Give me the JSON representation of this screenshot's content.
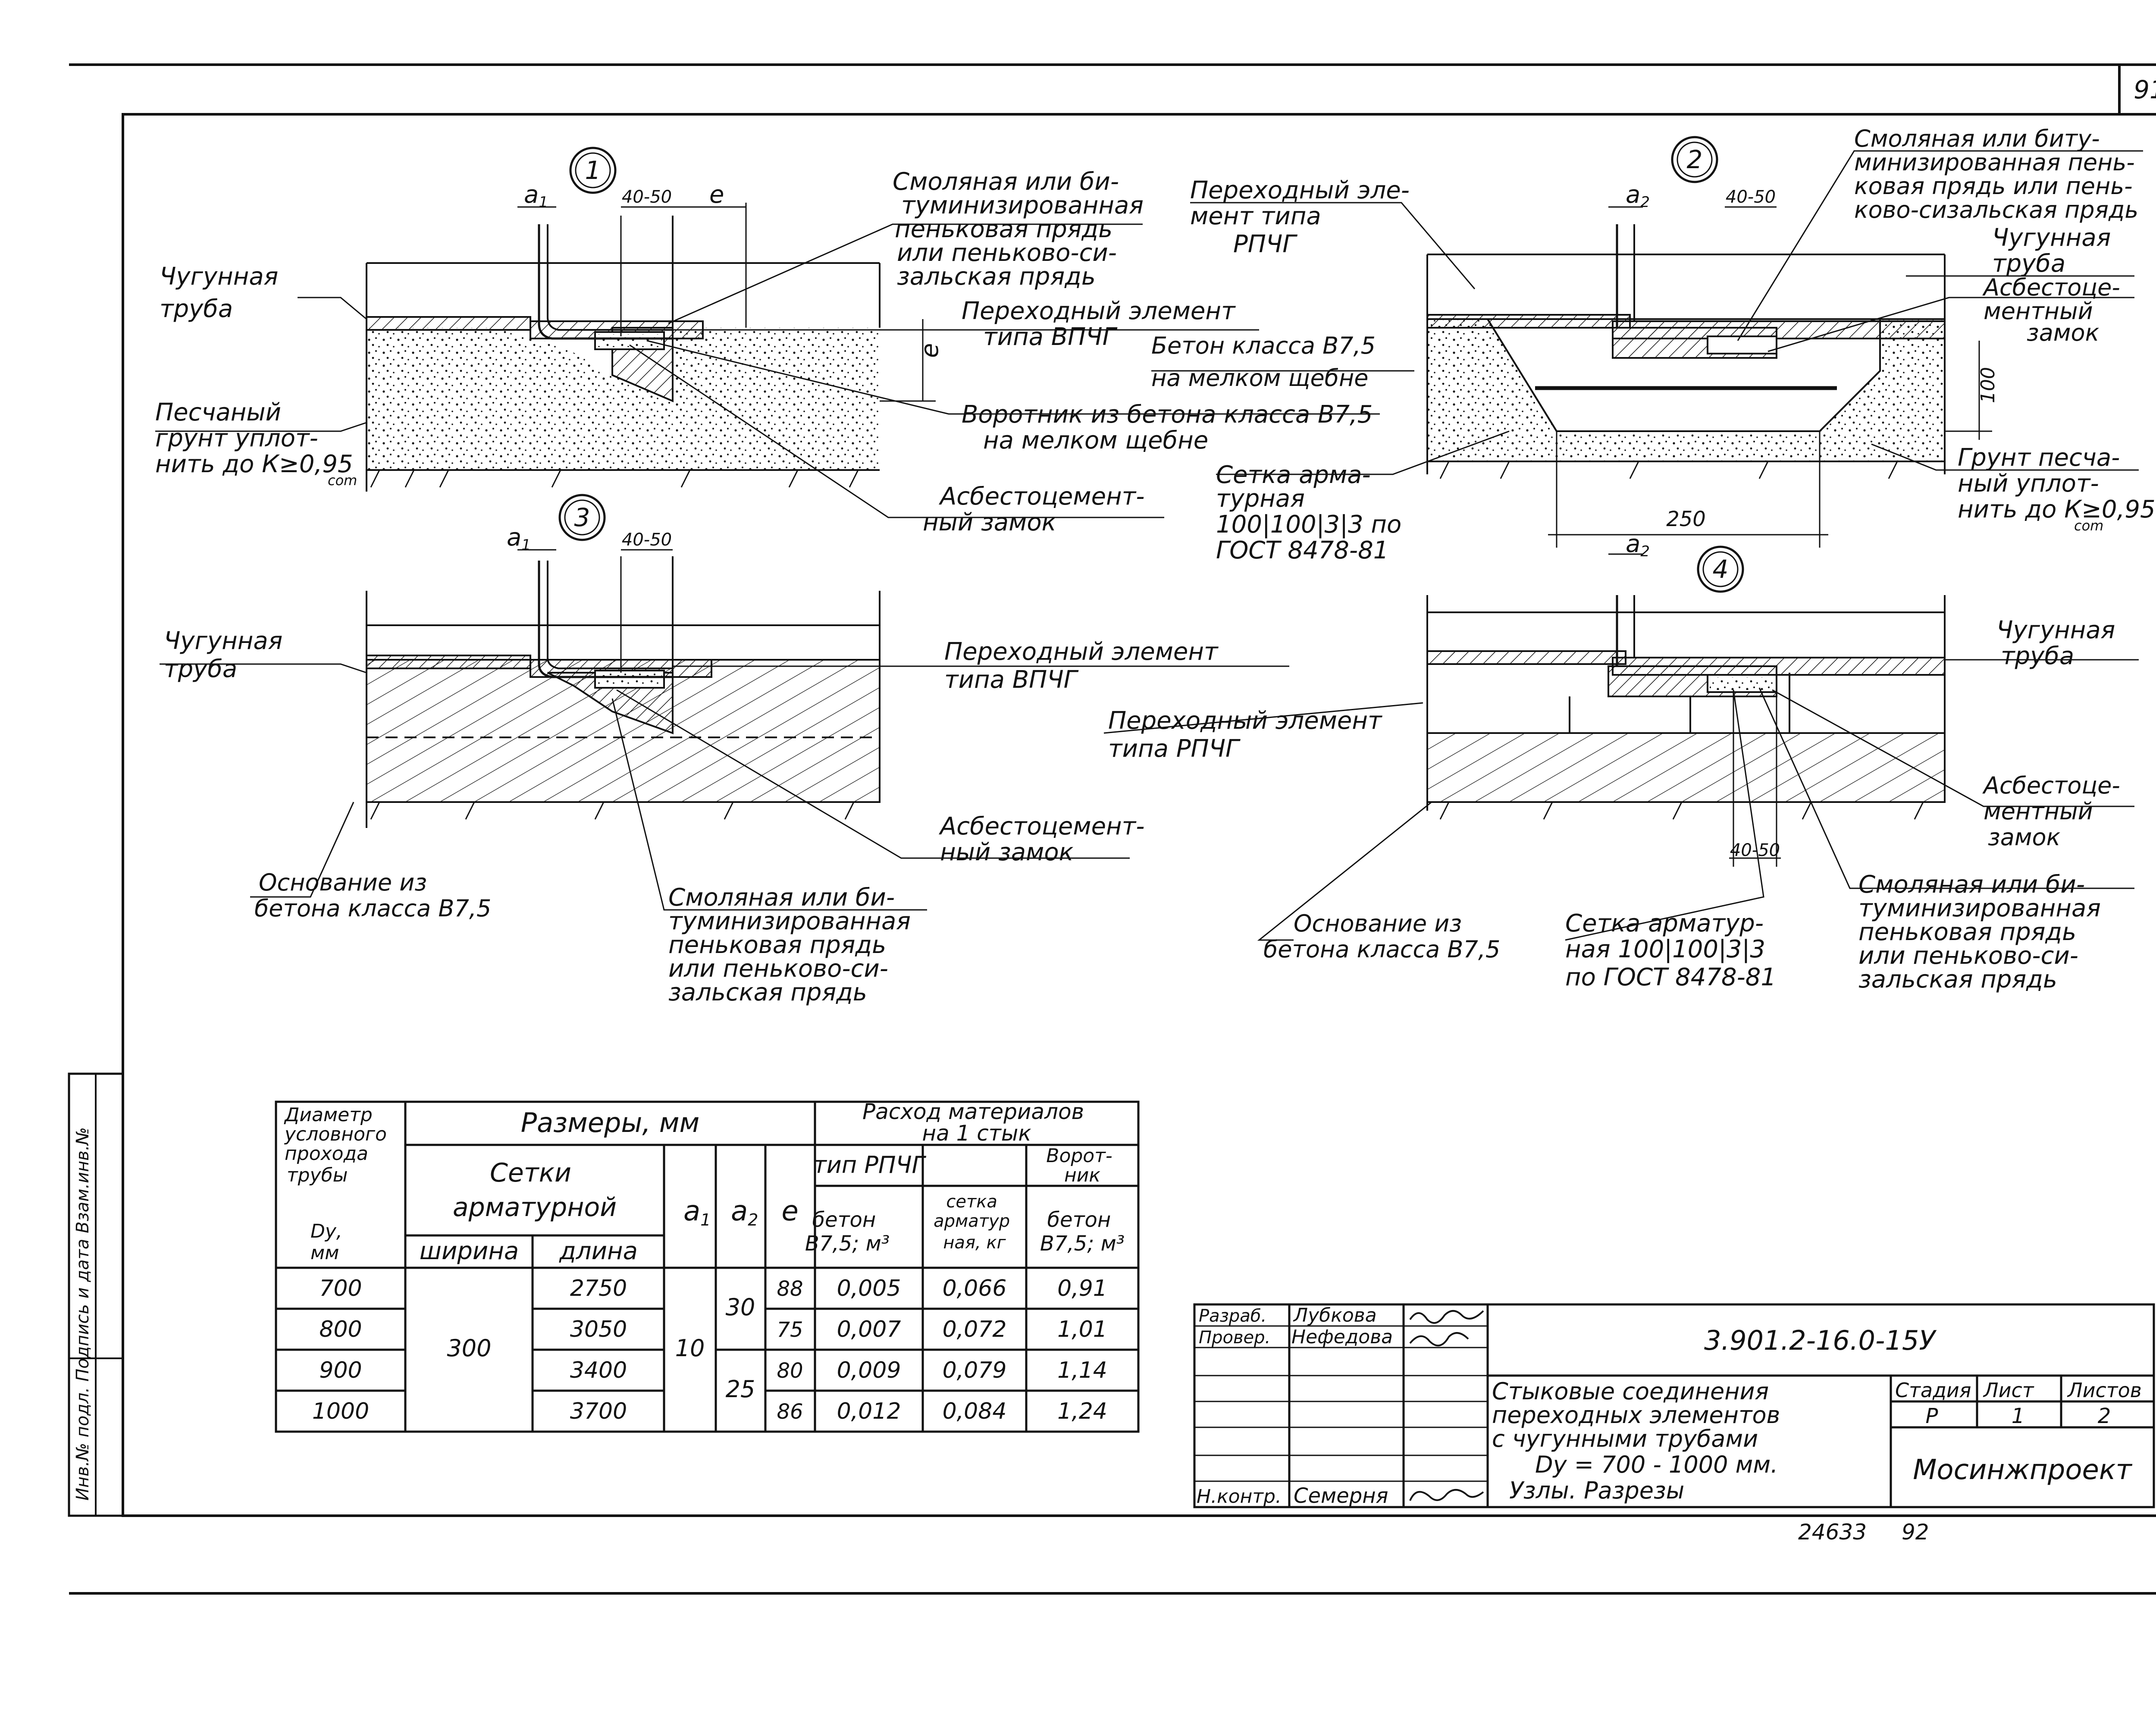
{
  "sheet": {
    "page_number": "91",
    "side_stamp": "Инв.№ подл. Подпись и дата Взам.инв.№",
    "archive_number": "24633",
    "archive_page": "92"
  },
  "node1": {
    "number": "1",
    "a_label": "a",
    "a_sub": "1",
    "dim_40_50": "40-50",
    "e_label": "e",
    "e_vertical": "e",
    "resin_strand": [
      "Смоляная или би-",
      "туминизированная",
      "пеньковая прядь",
      "или пеньково-си-",
      "зальская прядь"
    ],
    "cast_iron_pipe": [
      "Чугунная",
      "труба"
    ],
    "transition_element": [
      "Переходный элемент",
      "типа ВПЧГ"
    ],
    "concrete_collar": [
      "Воротник из бетона класса В7,5",
      "на мелком щебне"
    ],
    "sand_soil": [
      "Песчаный",
      "грунт уплот-",
      "нить до К≥0,95",
      "com"
    ],
    "asbestos_lock": [
      "Асбестоцемент-",
      "ный замок"
    ]
  },
  "node2": {
    "number": "2",
    "a_label": "a",
    "a_sub": "2",
    "dim_40_50": "40-50",
    "transition_element": [
      "Переходный эле-",
      "мент типа",
      "РПЧГ"
    ],
    "resin_strand": [
      "Смоляная или биту-",
      "минизированная пень-",
      "ковая прядь или пень-",
      "ково-сизальская прядь"
    ],
    "cast_iron_pipe": [
      "Чугунная",
      "труба"
    ],
    "asbestos_lock": [
      "Асбестоце-",
      "ментный",
      "замок"
    ],
    "concrete": [
      "Бетон класса В7,5",
      "на мелком щебне"
    ],
    "mesh": [
      "Сетка арма-",
      "турная",
      "100|100|3|3 по",
      "ГОСТ 8478-81"
    ],
    "dim_100": "100",
    "dim_250": "250",
    "sand_soil": [
      "Грунт песча-",
      "ный уплот-",
      "нить до К≥0,95",
      "com"
    ]
  },
  "node3": {
    "number": "3",
    "a_label": "a",
    "a_sub": "1",
    "dim_40_50": "40-50",
    "cast_iron_pipe": [
      "Чугунная",
      "труба"
    ],
    "transition_element": [
      "Переходный элемент",
      "типа ВПЧГ"
    ],
    "asbestos_lock": [
      "Асбестоцемент-",
      "ный замок"
    ],
    "base": [
      "Основание из",
      "бетона класса В7,5"
    ],
    "resin_strand": [
      "Смоляная или би-",
      "туминизированная",
      "пеньковая прядь",
      "или пеньково-си-",
      "зальская прядь"
    ]
  },
  "node4": {
    "number": "4",
    "a_label": "a",
    "a_sub": "2",
    "dim_40_50": "40-50",
    "cast_iron_pipe": [
      "Чугунная",
      "труба"
    ],
    "transition_element": [
      "Переходный элемент",
      "типа РПЧГ"
    ],
    "asbestos_lock": [
      "Асбестоце-",
      "ментный",
      "замок"
    ],
    "base": [
      "Основание из",
      "бетона класса В7,5"
    ],
    "mesh": [
      "Сетка арматур-",
      "ная 100|100|3|3",
      "по ГОСТ 8478-81"
    ],
    "resin_strand": [
      "Смоляная или би-",
      "туминизированная",
      "пеньковая прядь",
      "или пеньково-си-",
      "зальская прядь"
    ]
  },
  "table": {
    "h_diameter": [
      "Диаметр",
      "условного",
      "прохода",
      "трубы",
      "Dу,",
      "мм"
    ],
    "h_dimensions": "Размеры, мм",
    "h_mesh": [
      "Сетки",
      "арматурной"
    ],
    "h_width": "ширина",
    "h_length": "длина",
    "h_a1": "a",
    "h_a1_sub": "1",
    "h_a2": "a",
    "h_a2_sub": "2",
    "h_e": "e",
    "h_consumption": [
      "Расход материалов",
      "на 1 стык"
    ],
    "h_rpchg": "тип РПЧГ",
    "h_collar": [
      "Ворот-",
      "ник"
    ],
    "h_concrete": [
      "бетон",
      "В7,5; м³"
    ],
    "h_mesh_kg": [
      "сетка",
      "арматур",
      "ная, кг"
    ],
    "h_collar_concrete": [
      "бетон",
      "В7,5; м³"
    ],
    "width_value": "300",
    "a1_value": "10",
    "a2_values": [
      "30",
      "25"
    ],
    "rows": [
      {
        "d": "700",
        "length": "2750",
        "e": "88",
        "concrete": "0,005",
        "mesh": "0,066",
        "collar": "0,91"
      },
      {
        "d": "800",
        "length": "3050",
        "e": "75",
        "concrete": "0,007",
        "mesh": "0,072",
        "collar": "1,01"
      },
      {
        "d": "900",
        "length": "3400",
        "e": "80",
        "concrete": "0,009",
        "mesh": "0,079",
        "collar": "1,14"
      },
      {
        "d": "1000",
        "length": "3700",
        "e": "86",
        "concrete": "0,012",
        "mesh": "0,084",
        "collar": "1,24"
      }
    ]
  },
  "title_block": {
    "developed_role": "Разраб.",
    "developed_name": "Лубкова",
    "checked_role": "Провер.",
    "checked_name": "Нефедова",
    "norm_role": "Н.контр.",
    "norm_name": "Семерня",
    "doc_code": "3.901.2-16.0-15У",
    "title": [
      "Стыковые соединения",
      "переходных элементов",
      "с чугунными трубами",
      "Dу = 700 - 1000 мм.",
      "Узлы. Разрезы"
    ],
    "stage_label": "Стадия",
    "sheet_label": "Лист",
    "sheets_label": "Листов",
    "stage_value": "Р",
    "sheet_value": "1",
    "sheets_value": "2",
    "organization": "Мосинжпроект"
  }
}
